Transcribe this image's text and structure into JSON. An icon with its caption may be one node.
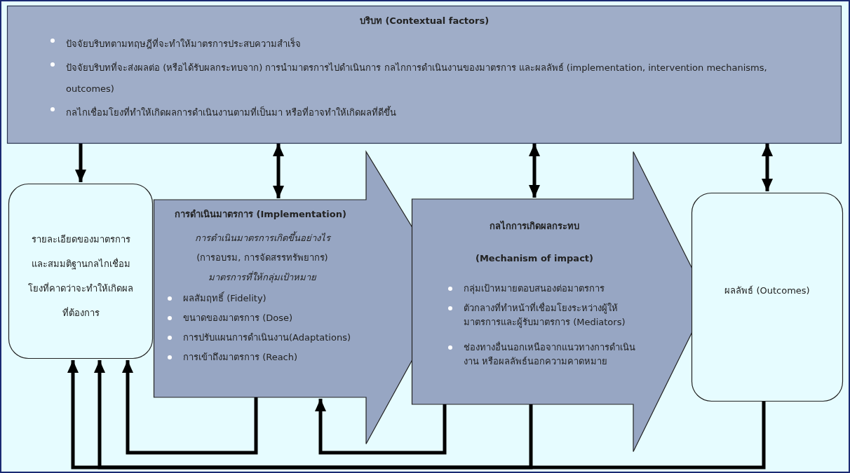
{
  "diagram": {
    "nodes": [
      {
        "text": [
          "บริบท (Contextual factors)",
          "ปัจจัยบริบทตามทฤษฎีที่จะทำให้มาตรการประสบความสำเร็จ",
          "ปัจจัยบริบทที่จะส่งผลต่อ (หรือได้รับผลกระทบจาก) การนำมาตรการไปดำเนินการ กลไกการดำเนินงานของมาตรการ และผลลัพธ์ (implementation, intervention mechanisms, outcomes)",
          "กลไกเชื่อมโยงที่ทำให้เกิดผลการดำเนินงานตามที่เป็นมา หรือที่อาจทำให้เกิดผลที่ดีขึ้น"
        ]
      },
      {
        "text": [
          "รายละเอียดของมาตรการและสมมติฐานกลไกเชื่อมโยงที่คาดว่าจะทำให้เกิดผลที่ต้องการ"
        ]
      },
      {
        "text": [
          "การดำเนินมาตรการ (Implementation)",
          "การดำเนินมาตรการเกิดขึ้นอย่างไร",
          "(การอบรม, การจัดสรรทรัพยากร)",
          "มาตรการที่ให้กลุ่มเป้าหมาย",
          "ผลสัมฤทธิ์ (Fidelity)",
          "ขนาดของมาตรการ (Dose)",
          "การปรับแผนการดำเนินงาน(Adaptations)",
          "การเข้าถึงมาตรการ (Reach)"
        ]
      },
      {
        "text": [
          "กลไกการเกิดผลกระทบ (Mechanism of impact)",
          "กลุ่มเป้าหมายตอบสนองต่อมาตรการ",
          "ตัวกลางที่ทำหน้าที่เชื่อมโยงระหว่างผู้ให้มาตรการและผู้รับมาตรการ (Mediators)",
          "ช่องทางอื่นนอกเหนือจากแนวทางการดำเนินงาน หรือผลลัพธ์นอกความคาดหมาย"
        ]
      },
      {
        "text": [
          "ผลลัพธ์ (Outcomes)"
        ]
      }
    ],
    "edges": [
      {
        "from": 0,
        "to": 1,
        "arrow": "to"
      },
      {
        "from": 0,
        "to": 2,
        "arrow": "both"
      },
      {
        "from": 0,
        "to": 3,
        "arrow": "both"
      },
      {
        "from": 0,
        "to": 4,
        "arrow": "both"
      },
      {
        "from": 2,
        "to": 1,
        "arrow": "to"
      },
      {
        "from": 3,
        "to": 2,
        "arrow": "to"
      },
      {
        "from": 3,
        "to": 1,
        "arrow": "to"
      },
      {
        "from": 4,
        "to": 1,
        "arrow": "to"
      }
    ]
  }
}
